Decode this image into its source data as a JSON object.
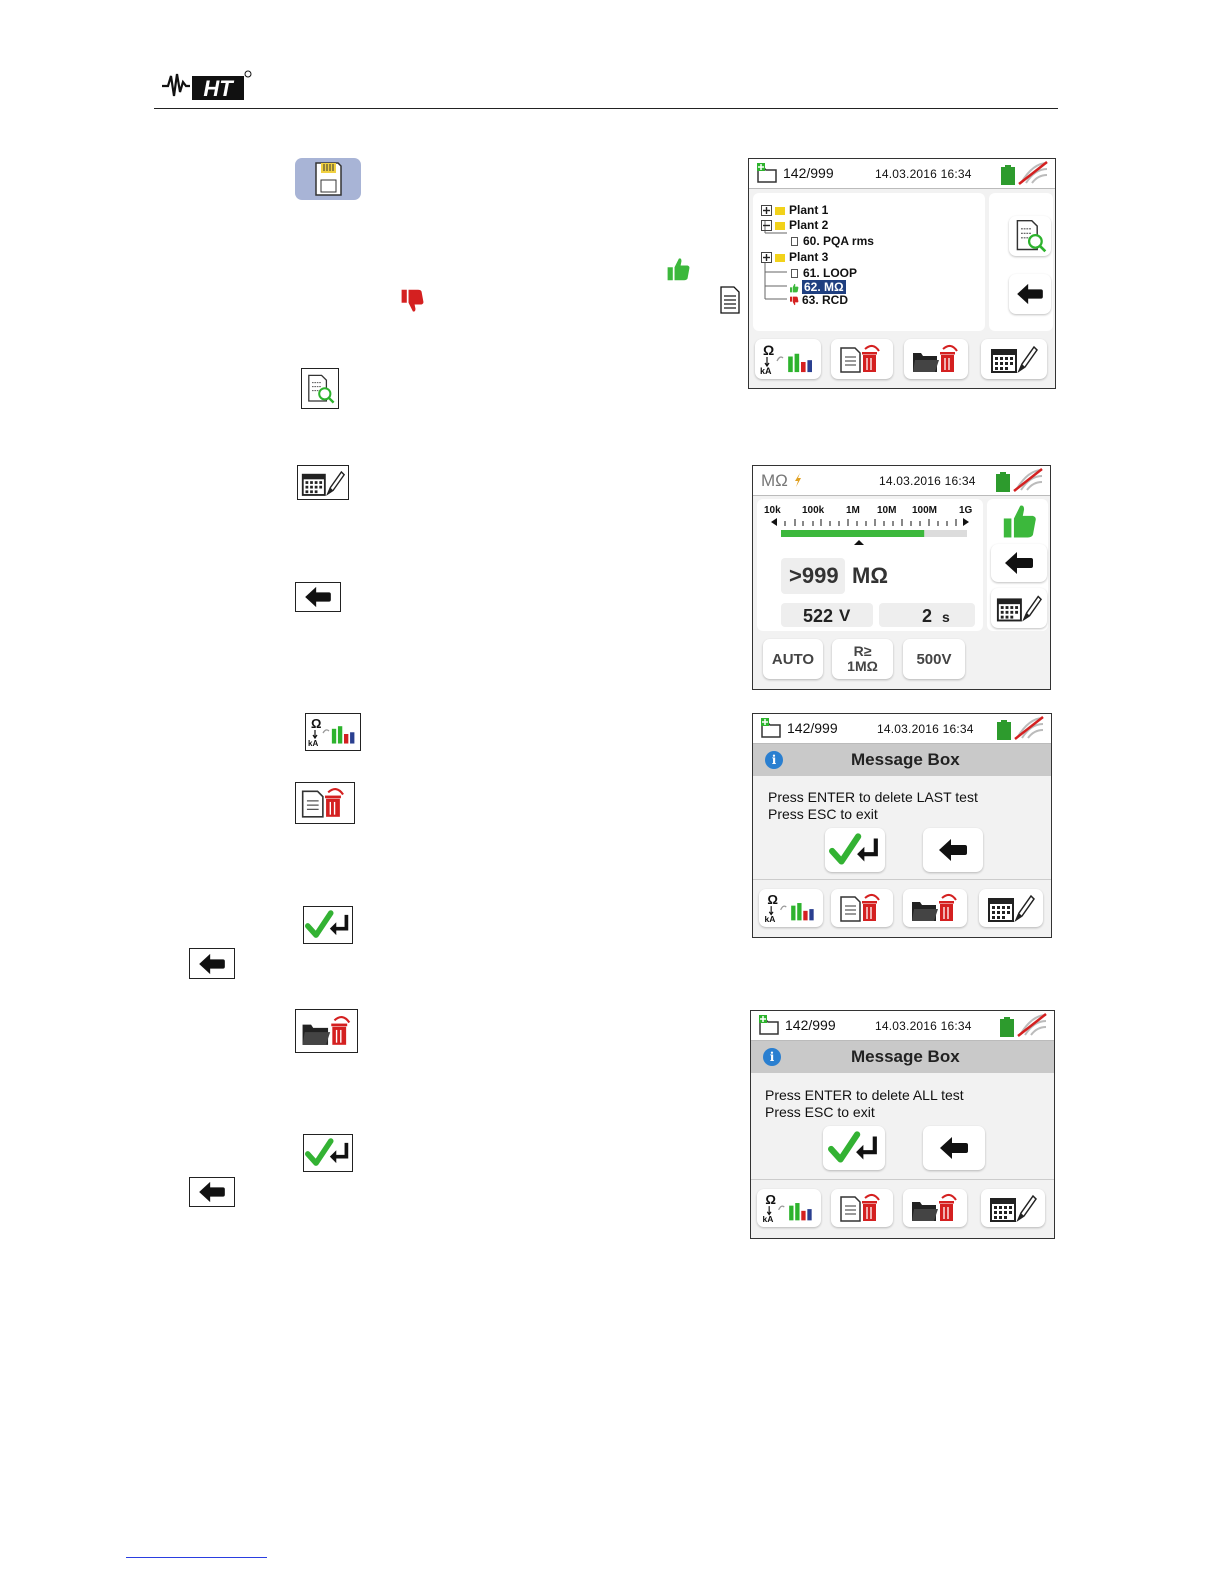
{
  "header": {
    "logo_text": "HT"
  },
  "explorer": {
    "status": {
      "count": "142/999",
      "datetime": "14.03.2016  16:34"
    },
    "tree": [
      {
        "label": "Plant 1"
      },
      {
        "label": "Plant 2"
      },
      {
        "label": "60. PQA rms"
      },
      {
        "label": "Plant 3"
      },
      {
        "label": "61. LOOP"
      },
      {
        "label": "62. MΩ"
      },
      {
        "label": "63. RCD"
      }
    ]
  },
  "measure": {
    "status": {
      "title": "MΩ",
      "datetime": "14.03.2016  16:34"
    },
    "scale": [
      "10k",
      "100k",
      "1M",
      "10M",
      "100M",
      "1G"
    ],
    "scale_fill_fraction": 0.77,
    "result": {
      "value": ">999",
      "unit": "MΩ"
    },
    "voltage": {
      "value": "522",
      "unit": "V"
    },
    "time": {
      "value": "2",
      "unit": "s"
    },
    "buttons": {
      "mode": "AUTO",
      "limit_line1": "R≥",
      "limit_line2": "1MΩ",
      "test_voltage": "500V"
    }
  },
  "delete_last": {
    "status": {
      "count": "142/999",
      "datetime": "14.03.2016  16:34"
    },
    "title": "Message Box",
    "line1": "Press ENTER to delete LAST test",
    "line2": "Press ESC to exit"
  },
  "delete_all": {
    "status": {
      "count": "142/999",
      "datetime": "14.03.2016  16:34"
    },
    "title": "Message Box",
    "line1": "Press ENTER to delete ALL test",
    "line2": "Press ESC to exit"
  },
  "toolbar": {
    "ohm_label": "Ω",
    "ka_label": "kA"
  },
  "colors": {
    "green": "#3cb83c",
    "red": "#d42020",
    "selection": "#1f3f80",
    "battery": "#2d9b2d"
  }
}
